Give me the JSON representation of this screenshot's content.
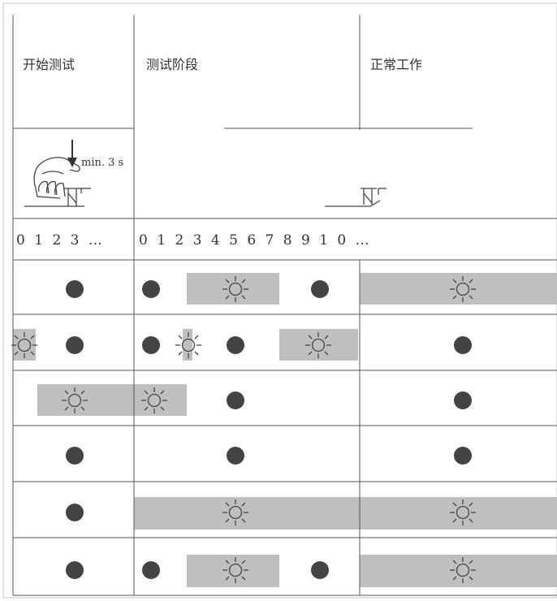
{
  "headers": {
    "start": "开始测试",
    "test": "测试阶段",
    "normal": "正常工作"
  },
  "press_label": "min. 3 s",
  "counters": {
    "start": "0 1 2 3 …",
    "test": "0 1 2 3 4 5 6 7 8 9 1 0 …"
  },
  "colors": {
    "lit_band": "#bfbfbf",
    "off_dot": "#444444",
    "line": "#555555"
  },
  "rows": [
    {
      "start": [
        "off"
      ],
      "test": [
        "off",
        "on",
        "off"
      ],
      "normal": [
        "on"
      ]
    },
    {
      "start": [
        "on",
        "off"
      ],
      "test": [
        "off",
        "on",
        "off",
        "on"
      ],
      "normal": [
        "off"
      ]
    },
    {
      "start": [
        "on"
      ],
      "test": [
        "on",
        "off"
      ],
      "normal": [
        "off"
      ]
    },
    {
      "start": [
        "off"
      ],
      "test": [
        "off"
      ],
      "normal": [
        "off"
      ]
    },
    {
      "start": [
        "off"
      ],
      "test": [
        "on"
      ],
      "normal": [
        "on"
      ]
    },
    {
      "start": [
        "off"
      ],
      "test": [
        "off",
        "on",
        "off"
      ],
      "normal": [
        "on"
      ]
    }
  ]
}
